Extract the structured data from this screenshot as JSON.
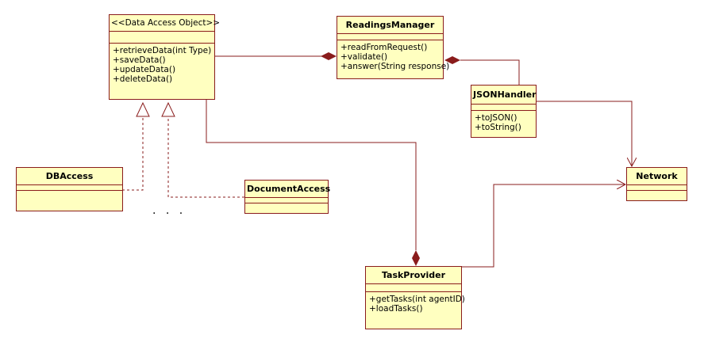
{
  "classes": {
    "dao": {
      "name": "<<Data Access Object>>",
      "operations": [
        "+retrieveData(int Type)",
        "+saveData()",
        "+updateData()",
        "+deleteData()"
      ]
    },
    "readings": {
      "name": "ReadingsManager",
      "operations": [
        "+readFromRequest()",
        "+validate()",
        "+answer(String response)"
      ]
    },
    "json": {
      "name": "JSONHandler",
      "operations": [
        "+toJSON()",
        "+toString()"
      ]
    },
    "network": {
      "name": "Network",
      "operations": []
    },
    "dbaccess": {
      "name": "DBAccess",
      "operations": []
    },
    "docaccess": {
      "name": "DocumentAccess",
      "operations": []
    },
    "task": {
      "name": "TaskProvider",
      "operations": [
        "+getTasks(int agentID)",
        "+loadTasks()"
      ]
    }
  },
  "ellipsis": ". . .",
  "colors": {
    "fill": "#ffffc0",
    "border": "#8a1c1c",
    "line": "#8a1c1c"
  }
}
